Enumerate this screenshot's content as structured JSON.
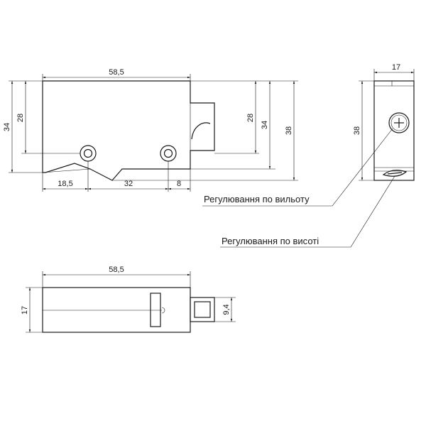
{
  "dimensions": {
    "front_width": "58,5",
    "front_height_outer": "34",
    "front_height_inner": "28",
    "front_right_28": "28",
    "front_right_34": "34",
    "front_total_height": "38",
    "front_offset_left": "18,5",
    "front_hole_spacing": "32",
    "front_offset_right": "8",
    "side_width": "17",
    "side_height": "38",
    "bottom_width": "58,5",
    "bottom_height": "17",
    "bottom_tab": "9,4"
  },
  "callouts": {
    "depth_adjustment": "Регулювання по вильоту",
    "height_adjustment": "Регулювання по висоті"
  },
  "icons": {
    "depth_screw": "phillips-screw-icon",
    "height_screw": "slotted-screw-icon"
  }
}
